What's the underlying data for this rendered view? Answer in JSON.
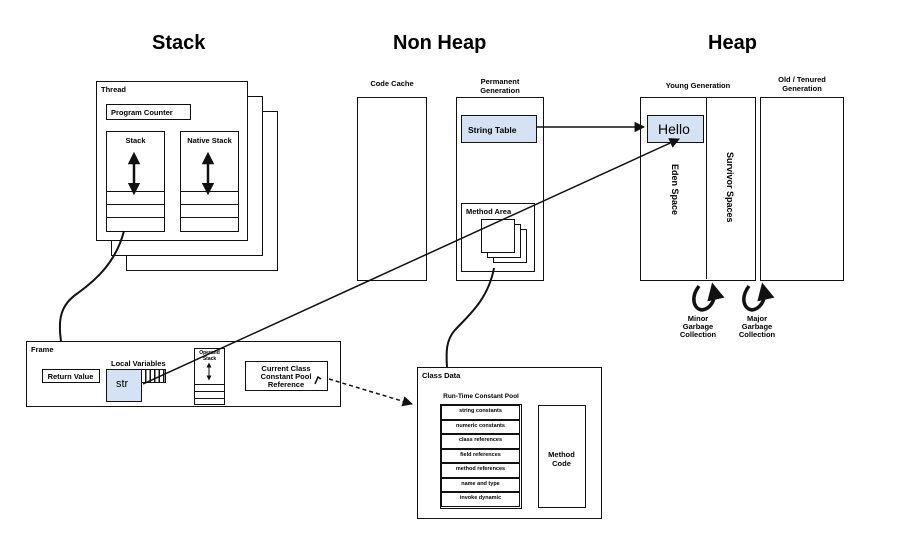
{
  "sections": {
    "stack": "Stack",
    "non_heap": "Non Heap",
    "heap": "Heap"
  },
  "thread": {
    "label": "Thread",
    "program_counter": "Program Counter",
    "stack": "Stack",
    "native_stack": "Native Stack"
  },
  "non_heap": {
    "code_cache": "Code Cache",
    "permanent_generation": [
      "Permanent",
      "Generation"
    ],
    "string_table": "String Table",
    "method_area": "Method Area"
  },
  "heap": {
    "young_generation": "Young Generation",
    "old_generation": [
      "Old / Tenured",
      "Generation"
    ],
    "hello": "Hello",
    "eden_space": "Eden Space",
    "survivor_spaces": "Survivor Spaces",
    "minor_gc": [
      "Minor",
      "Garbage",
      "Collection"
    ],
    "major_gc": [
      "Major",
      "Garbage",
      "Collection"
    ]
  },
  "frame": {
    "label": "Frame",
    "return_value": "Return Value",
    "local_variables": "Local Variables",
    "str": "str",
    "operand_stack": [
      "Operand",
      "Stack"
    ],
    "current_class": [
      "Current Class",
      "Constant Pool",
      "Reference"
    ]
  },
  "class_data": {
    "label": "Class Data",
    "pool_title": "Run-Time Constant Pool",
    "pool_items": [
      "string constants",
      "numeric constants",
      "class references",
      "field references",
      "method references",
      "name and type",
      "invoke dynamic"
    ],
    "method_code": [
      "Method",
      "Code"
    ]
  },
  "colors": {
    "highlight_fill": "#d4e2f3",
    "stroke": "#111111"
  }
}
